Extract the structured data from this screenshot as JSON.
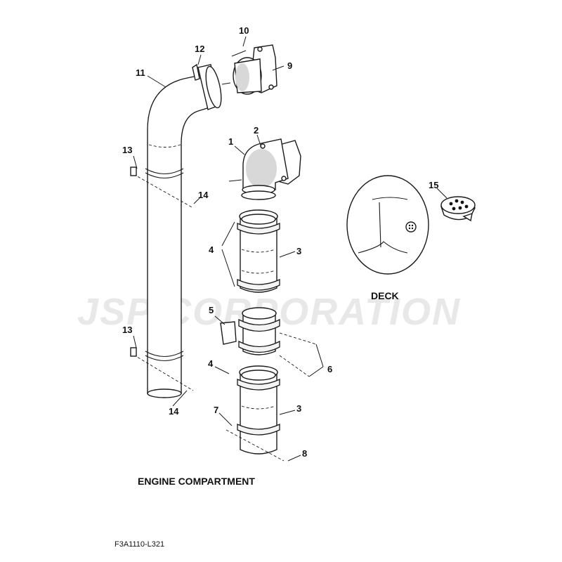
{
  "labels": {
    "p1": "1",
    "p2": "2",
    "p3a": "3",
    "p3b": "3",
    "p4a": "4",
    "p4b": "4",
    "p5": "5",
    "p6": "6",
    "p7": "7",
    "p8": "8",
    "p9": "9",
    "p10": "10",
    "p11": "11",
    "p12": "12",
    "p13a": "13",
    "p13b": "13",
    "p14a": "14",
    "p14b": "14",
    "p15": "15"
  },
  "captions": {
    "engine": "ENGINE COMPARTMENT",
    "deck": "DECK"
  },
  "watermark": "JSP CORPORATION",
  "drawing_code": "F3A1110-L321",
  "colors": {
    "line": "#1a1a1a",
    "watermark": "#d6d6d6"
  }
}
